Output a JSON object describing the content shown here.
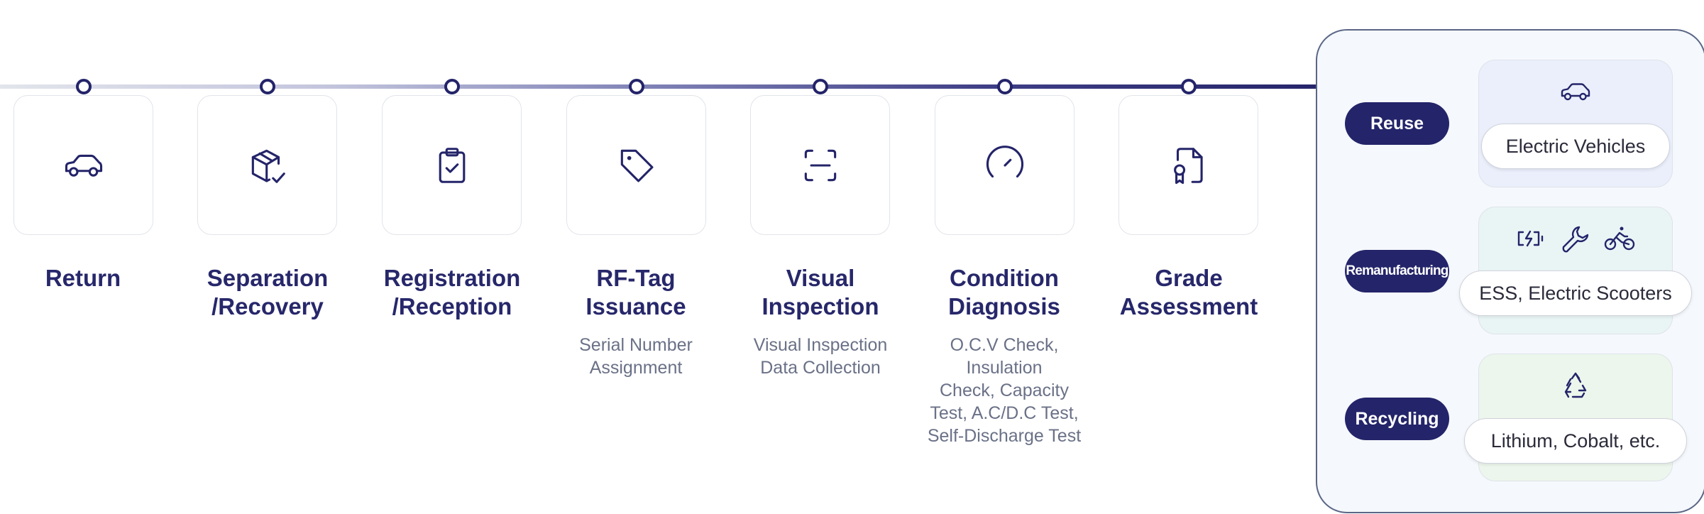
{
  "steps": [
    {
      "title": "Return",
      "description": "",
      "icon": "car-icon"
    },
    {
      "title": "Separation\n/Recovery",
      "description": "",
      "icon": "package-check-icon"
    },
    {
      "title": "Registration\n/Reception",
      "description": "",
      "icon": "clipboard-check-icon"
    },
    {
      "title": "RF-Tag\nIssuance",
      "description": "Serial Number\nAssignment",
      "icon": "tag-icon"
    },
    {
      "title": "Visual\nInspection",
      "description": "Visual Inspection\nData Collection",
      "icon": "scan-icon"
    },
    {
      "title": "Condition\nDiagnosis",
      "description": "O.C.V Check,\nInsulation\nCheck, Capacity\nTest, A.C/D.C Test,\nSelf-Discharge Test",
      "icon": "gauge-icon"
    },
    {
      "title": "Grade\nAssessment",
      "description": "",
      "icon": "certificate-icon"
    }
  ],
  "outcomes": [
    {
      "category": "Reuse",
      "label": "Electric Vehicles",
      "icons": [
        "car-icon"
      ],
      "card_color": "#eaeffb"
    },
    {
      "category": "Remanufacturing",
      "label": "ESS, Electric Scooters",
      "icons": [
        "battery-charging-icon",
        "wrench-icon",
        "bicycle-icon"
      ],
      "card_color": "#e9f5f5"
    },
    {
      "category": "Recycling",
      "label": "Lithium, Cobalt, etc.",
      "icons": [
        "recycle-icon"
      ],
      "card_color": "#ecf6ec"
    }
  ],
  "colors": {
    "primary": "#24246a",
    "panel_background": "#f5f8fc",
    "description_text": "#6a7187"
  }
}
